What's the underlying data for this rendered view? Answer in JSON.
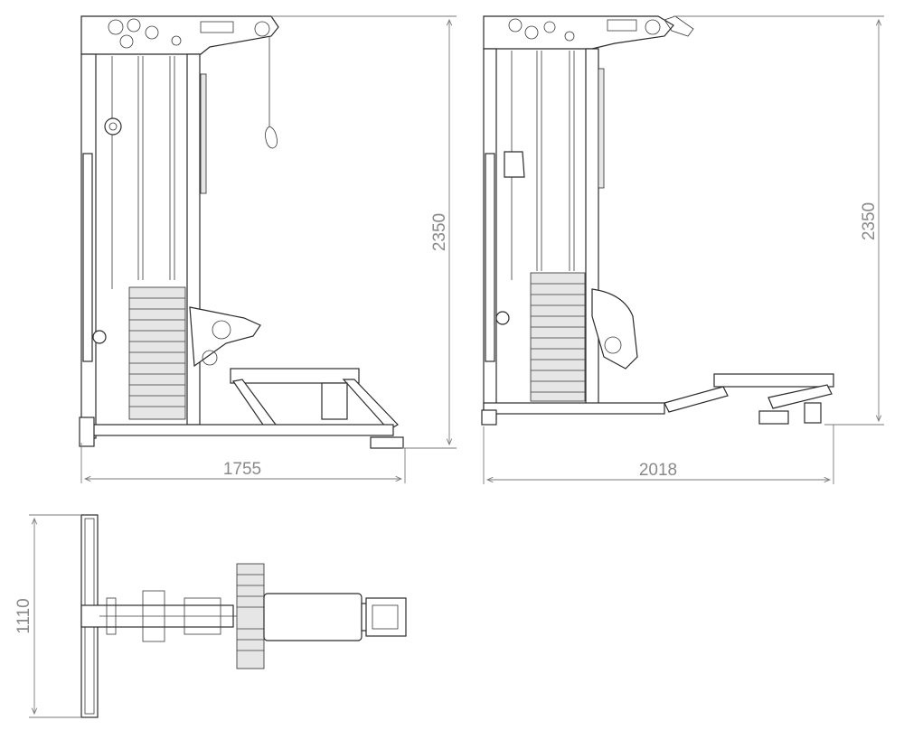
{
  "dimensions": {
    "view1_height": "2350",
    "view1_width": "1755",
    "view2_height": "2350",
    "view2_width": "2018",
    "view3_width": "1110"
  },
  "colors": {
    "line": "#2b2b2b",
    "dimension": "#8a8a8a",
    "background": "#ffffff"
  }
}
